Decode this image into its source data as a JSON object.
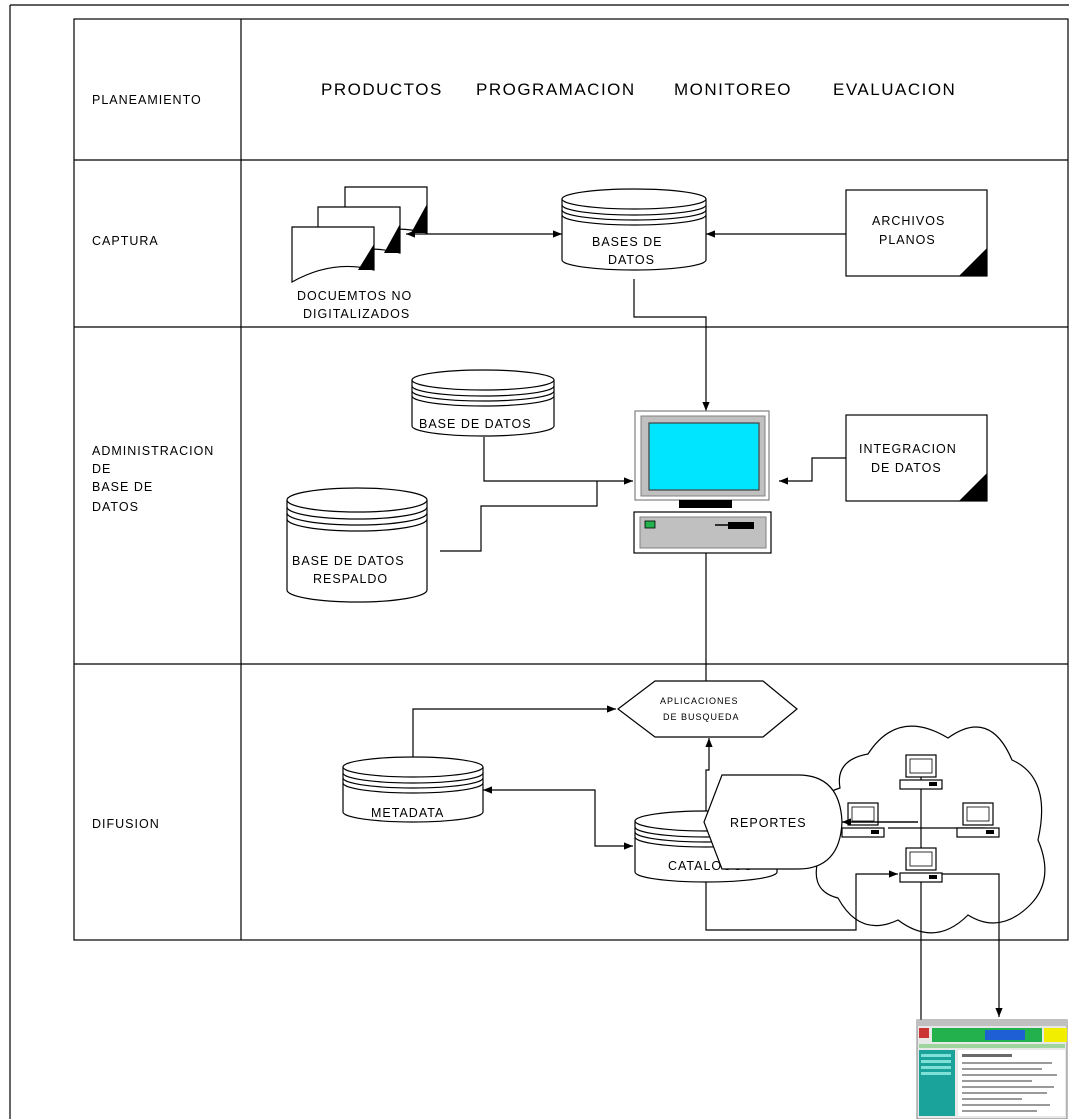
{
  "lanes": {
    "planeamiento": "PLANEAMIENTO",
    "captura": "CAPTURA",
    "administracion": [
      "ADMINISTRACION",
      "DE",
      "BASE DE",
      "DATOS"
    ],
    "difusion": "DIFUSION"
  },
  "phases": [
    "PRODUCTOS",
    "PROGRAMACION",
    "MONITOREO",
    "EVALUACION"
  ],
  "captura": {
    "documents": [
      "DOCUEMTOS NO",
      "DIGITALIZADOS"
    ],
    "database": [
      "BASES DE",
      "DATOS"
    ],
    "flat_files": [
      "ARCHIVOS",
      "PLANOS"
    ]
  },
  "administracion": {
    "database": "BASE DE DATOS",
    "backup": [
      "BASE DE DATOS",
      "RESPALDO"
    ],
    "integration": [
      "INTEGRACION",
      "DE DATOS"
    ],
    "workstation_icon": "computer-workstation-icon"
  },
  "difusion": {
    "search_apps": [
      "APLICACIONES",
      "DE BUSQUEDA"
    ],
    "metadata": "METADATA",
    "catalogs": "CATALOGOS",
    "network_icon": "network-cloud-icon"
  },
  "reports": "REPORTES",
  "web_screenshot_icon": "web-page-thumbnail-icon",
  "colors": {
    "screen": "#00e5ff",
    "monitor_body": "#c0c0c0",
    "web_accent_green": "#22b14c",
    "web_accent_teal": "#1aa39a"
  }
}
